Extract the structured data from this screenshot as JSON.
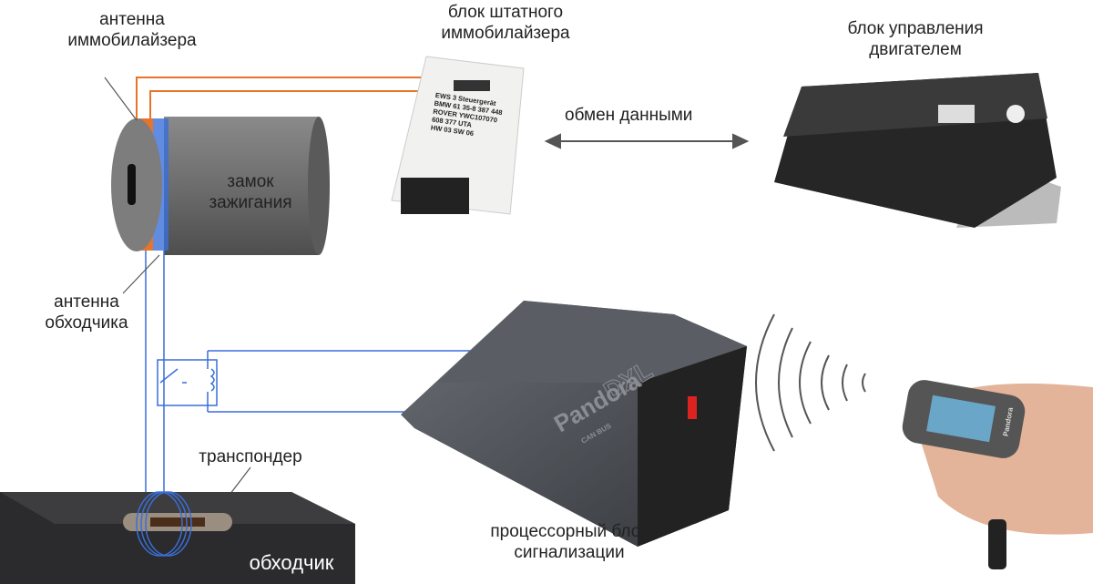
{
  "labels": {
    "immo_unit": [
      "блок штатного",
      "иммобилайзера"
    ],
    "immo_antenna": [
      "антенна",
      "иммобилайзера"
    ],
    "ecu": [
      "блок управления",
      "двигателем"
    ],
    "data_exchange": "обмен данными",
    "ignition_lock": [
      "замок",
      "зажигания"
    ],
    "bypass_antenna": [
      "антенна",
      "обходчика"
    ],
    "transponder": "транспондер",
    "bypass": "обходчик",
    "alarm_unit": [
      "процессорный блок",
      "сигнализации"
    ]
  },
  "device_text": {
    "immo_sticker": [
      "EWS 3 Steuergerät",
      "BMW 61 35-8 387 448",
      "ROVER YWC107070",
      "608 377 UTA",
      "HW 03 SW 06"
    ],
    "alarm_brand": "Pandora",
    "alarm_model": "DXL",
    "alarm_bus": "CAN BUS",
    "fob_brand": "Pandora"
  },
  "colors": {
    "orange_wire": "#e8742a",
    "blue_wire": "#3a6fd8",
    "bypass_box": "#2b2b2d"
  }
}
